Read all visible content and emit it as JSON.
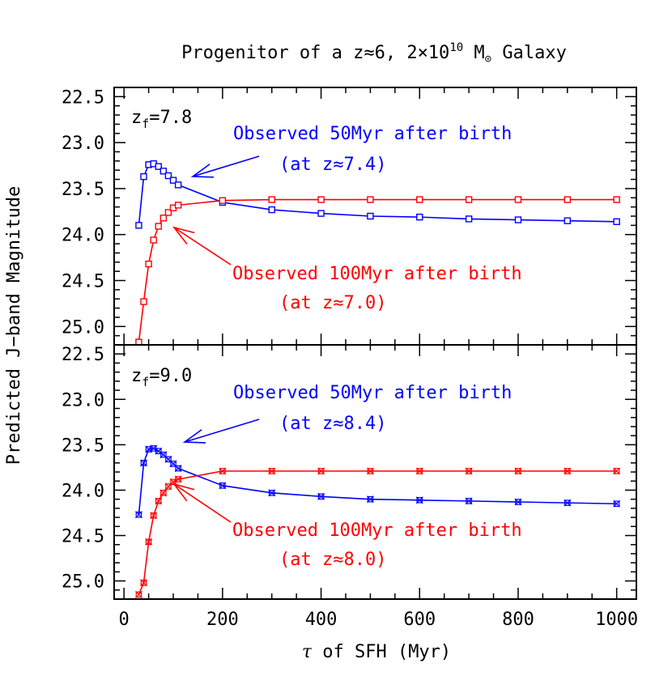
{
  "page": {
    "title": {
      "pre": "Progenitor of a z≈6, 2×10",
      "exp": "10",
      "mid": " M",
      "sun": "⊙",
      "post": " Galaxy"
    },
    "ylabel": "Predicted J−band Magnitude",
    "xlabel": {
      "tau": "τ",
      "rest": " of SFH (Myr)"
    }
  },
  "colors": {
    "blue": "#0000ff",
    "red": "#ff0000",
    "axis": "#000000"
  },
  "chart_data": [
    {
      "type": "line",
      "panel": "top",
      "zf_label": {
        "z": "z",
        "sub": "f",
        "val": "=7.8"
      },
      "marker": "square",
      "xlim": [
        -20,
        1040
      ],
      "ylim": [
        25.2,
        22.4
      ],
      "x_ticks": [
        0,
        200,
        400,
        600,
        800,
        1000
      ],
      "y_ticks": [
        22.5,
        23.0,
        23.5,
        24.0,
        24.5,
        25.0
      ],
      "series": [
        {
          "name": "Observed 50Myr after birth",
          "color": "#0000ff",
          "annotation": {
            "line1": "Observed 50Myr after birth",
            "line2": "(at z≈7.4)"
          },
          "x": [
            30,
            40,
            50,
            60,
            70,
            80,
            90,
            100,
            110,
            200,
            300,
            400,
            500,
            600,
            700,
            800,
            900,
            1000
          ],
          "y": [
            23.9,
            23.37,
            23.24,
            23.23,
            23.26,
            23.31,
            23.36,
            23.41,
            23.46,
            23.65,
            23.73,
            23.77,
            23.8,
            23.81,
            23.83,
            23.84,
            23.85,
            23.86
          ]
        },
        {
          "name": "Observed 100Myr after birth",
          "color": "#ff0000",
          "annotation": {
            "line1": "Observed 100Myr after birth",
            "line2": "(at z≈7.0)"
          },
          "x": [
            30,
            40,
            50,
            60,
            70,
            80,
            90,
            100,
            110,
            200,
            300,
            400,
            500,
            600,
            700,
            800,
            900,
            1000
          ],
          "y": [
            25.17,
            24.73,
            24.32,
            24.06,
            23.91,
            23.82,
            23.76,
            23.71,
            23.68,
            23.63,
            23.62,
            23.62,
            23.62,
            23.62,
            23.62,
            23.62,
            23.62,
            23.62
          ]
        }
      ]
    },
    {
      "type": "line",
      "panel": "bottom",
      "zf_label": {
        "z": "z",
        "sub": "f",
        "val": "=9.0"
      },
      "marker": "star",
      "xlim": [
        -20,
        1040
      ],
      "ylim": [
        25.2,
        22.4
      ],
      "x_ticks": [
        0,
        200,
        400,
        600,
        800,
        1000
      ],
      "x_tick_labels": [
        "0",
        "200",
        "400",
        "600",
        "800",
        "1000"
      ],
      "y_ticks": [
        22.5,
        23.0,
        23.5,
        24.0,
        24.5,
        25.0
      ],
      "series": [
        {
          "name": "Observed 50Myr after birth",
          "color": "#0000ff",
          "annotation": {
            "line1": "Observed 50Myr after birth",
            "line2": "(at z≈8.4)"
          },
          "x": [
            30,
            40,
            50,
            60,
            70,
            80,
            90,
            100,
            110,
            200,
            300,
            400,
            500,
            600,
            700,
            800,
            900,
            1000
          ],
          "y": [
            24.27,
            23.7,
            23.55,
            23.54,
            23.57,
            23.61,
            23.66,
            23.71,
            23.76,
            23.95,
            24.03,
            24.07,
            24.1,
            24.11,
            24.12,
            24.13,
            24.14,
            24.15
          ]
        },
        {
          "name": "Observed 100Myr after birth",
          "color": "#ff0000",
          "annotation": {
            "line1": "Observed 100Myr after birth",
            "line2": "(at z≈8.0)"
          },
          "x": [
            30,
            40,
            50,
            60,
            70,
            80,
            90,
            100,
            110,
            200,
            300,
            400,
            500,
            600,
            700,
            800,
            900,
            1000
          ],
          "y": [
            25.15,
            25.02,
            24.57,
            24.28,
            24.12,
            24.03,
            23.96,
            23.91,
            23.88,
            23.79,
            23.79,
            23.79,
            23.79,
            23.79,
            23.79,
            23.79,
            23.79,
            23.79
          ]
        }
      ]
    }
  ]
}
